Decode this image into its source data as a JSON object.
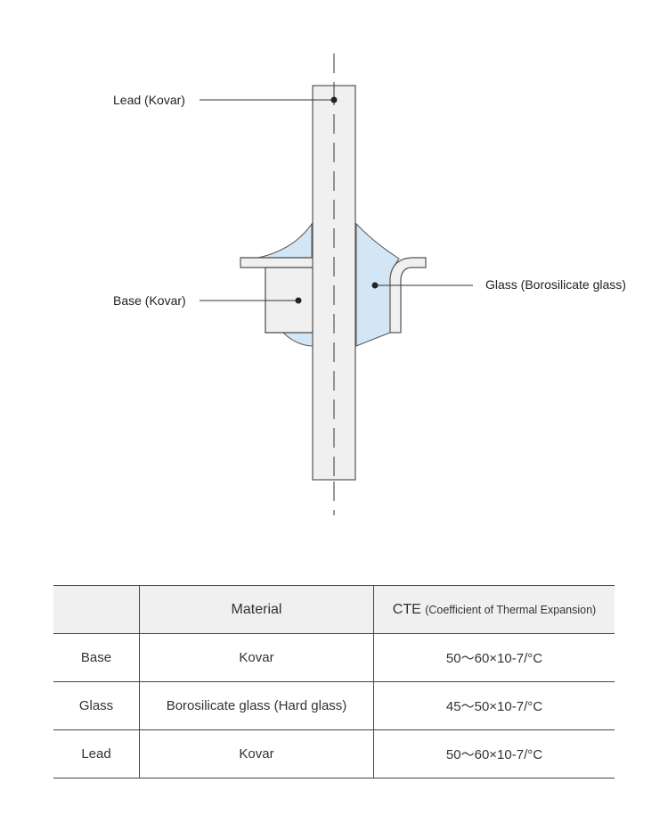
{
  "diagram": {
    "labels": {
      "lead": "Lead (Kovar)",
      "base": "Base (Kovar)",
      "glass": "Glass (Borosilicate glass)"
    },
    "colors": {
      "metal_fill": "#f0f0f0",
      "glass_fill": "#d3e6f6",
      "outline": "#555555",
      "marker": "#222222"
    }
  },
  "table": {
    "headers": {
      "blank": "",
      "material": "Material",
      "cte": "CTE",
      "cte_note": "(Coefficient of Thermal Expansion)"
    },
    "rows": [
      {
        "part": "Base",
        "material": "Kovar",
        "cte": "50～60×10-7/°C"
      },
      {
        "part": "Glass",
        "material": "Borosilicate glass (Hard glass)",
        "cte": "45～50×10-7/°C"
      },
      {
        "part": "Lead",
        "material": "Kovar",
        "cte": "50～60×10-7/°C"
      }
    ]
  }
}
